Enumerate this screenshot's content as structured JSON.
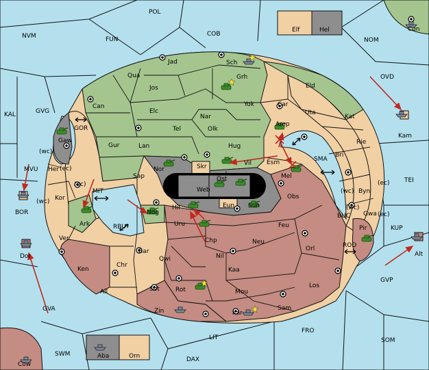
{
  "board": {
    "colors": {
      "sea": "#b4e0ee",
      "green_power": "#a5c58f",
      "neutral_land": "#f1d0a4",
      "red_power": "#c48c82",
      "gray_power": "#8e8e8e",
      "order_arrow": "#c0281e"
    },
    "sea_labels": [
      "POL",
      "NVM",
      "FUN",
      "COB",
      "NOM",
      "OVD",
      "KAL",
      "GVG",
      "GOR",
      "MVU",
      "BOR",
      "MIT",
      "RBU",
      "SMA",
      "TEI",
      "KUP",
      "BUC",
      "ROD",
      "GVP",
      "GVA",
      "LIT",
      "FRO",
      "SOM",
      "SWM",
      "DAX"
    ],
    "coast_labels": [
      "(wc)",
      "(ec)",
      "(ec)",
      "(wc)",
      "(wc)",
      "(ec)",
      "(wc)",
      "(ec)"
    ],
    "province_labels": {
      "green": [
        "Jad",
        "Sch",
        "Qua",
        "Jos",
        "Grh",
        "Can",
        "Elc",
        "Yok",
        "Tel",
        "Lan",
        "Sap",
        "Nar",
        "Olk",
        "Hug",
        "Amp",
        "Esm",
        "Vil",
        "Nog",
        "Ark",
        "Gaw"
      ],
      "neutral": [
        "Elf",
        "Car",
        "Eld",
        "Uta",
        "Kat",
        "Rie",
        "Bri",
        "Byn",
        "Gwa",
        "Gur",
        "Her",
        "Kor",
        "Ver",
        "Ken",
        "Chr",
        "Ail",
        "Bar",
        "Sot",
        "Sam",
        "Skr",
        "Eun"
      ],
      "red": [
        "Mel",
        "Obs",
        "Hil",
        "Uru",
        "Chp",
        "Feu",
        "Neu",
        "Orl",
        "Nil",
        "Kaa",
        "Qwi",
        "Rot",
        "Mou",
        "Los",
        "Zin",
        "Kar",
        "Pir",
        "Con",
        "Cow"
      ],
      "gray": [
        "Hel",
        "Nor",
        "Ost",
        "Web",
        "Sun",
        "Aba"
      ],
      "home_markers": [
        "Kam",
        "Alt",
        "Dor"
      ],
      "neutral_box": [
        "Orn"
      ]
    }
  }
}
